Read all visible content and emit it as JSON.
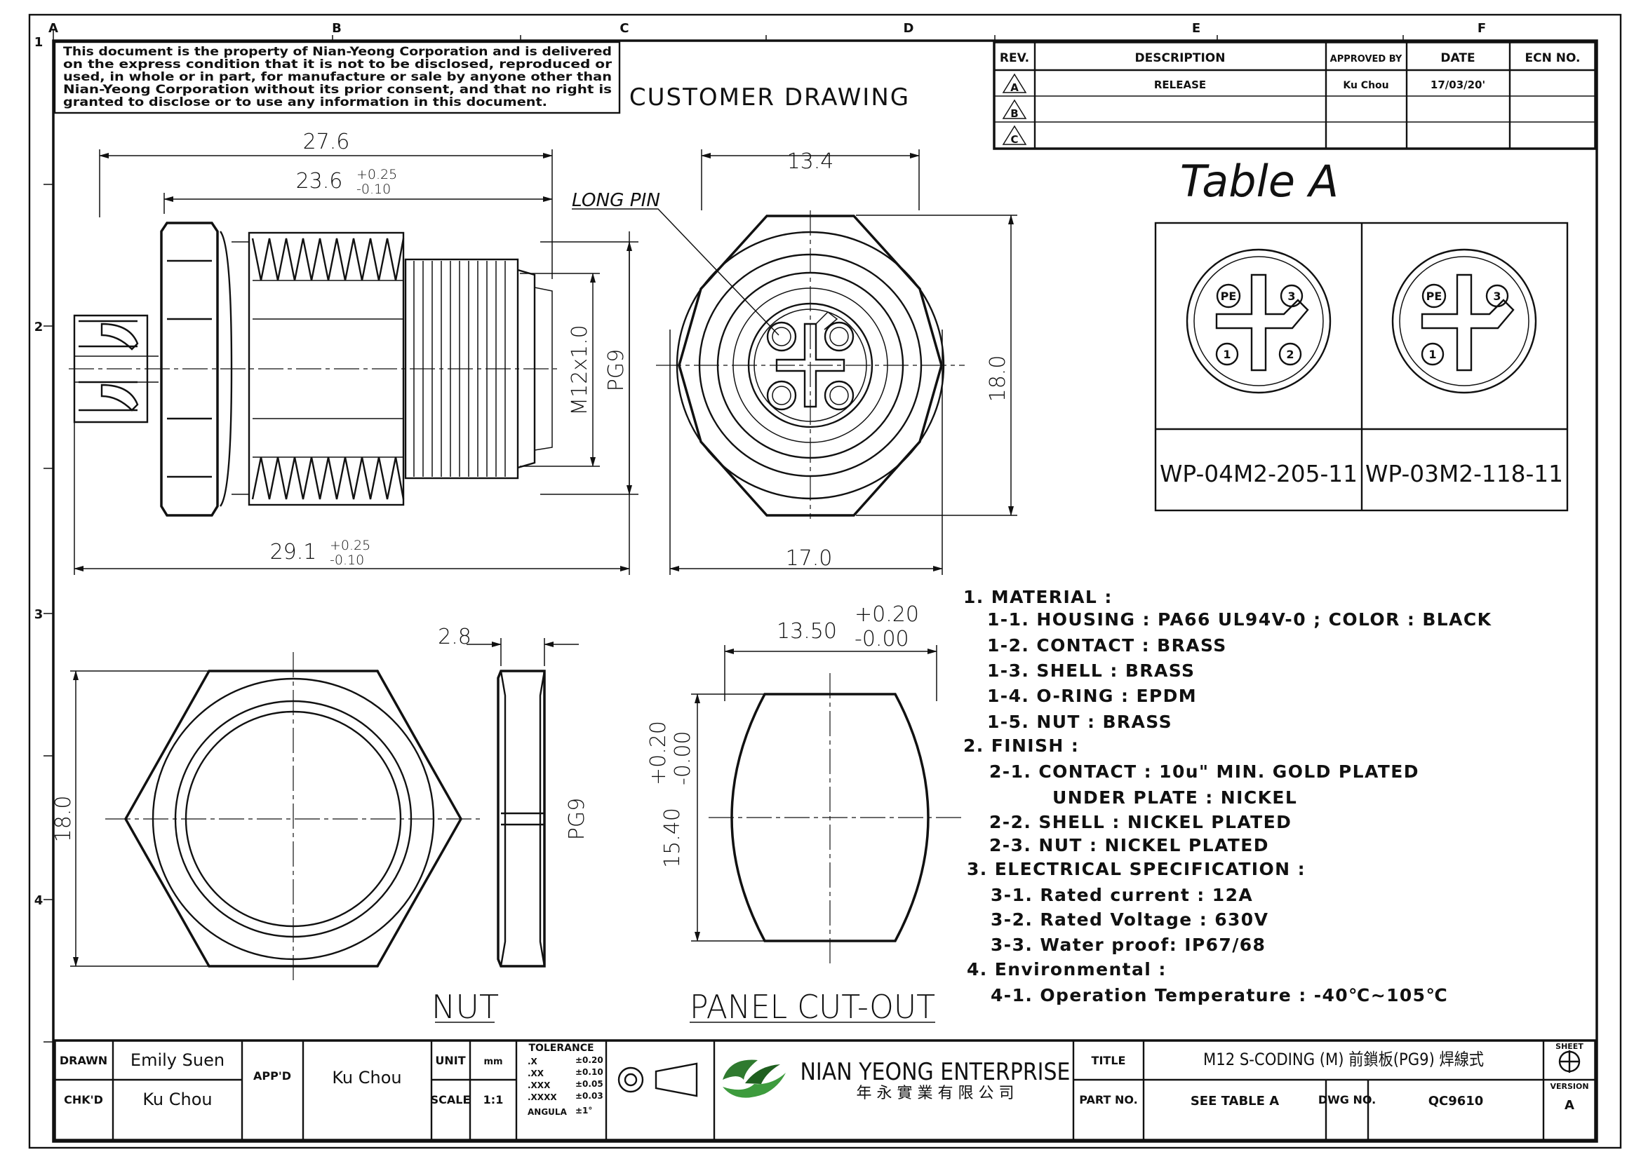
{
  "notice_lines": [
    "This document is the property of Nian-Yeong Corporation and is delivered",
    "on  the  express condition that it is not to be disclosed, reproduced or",
    "used, in whole or in part, for manufacture or sale by anyone other than",
    "Nian-Yeong Corporation without  its prior consent, and that  no right  is",
    "granted to disclose or to use any information in this  document."
  ],
  "drawing_title": "CUSTOMER  DRAWING",
  "grid_columns": [
    "A",
    "B",
    "C",
    "D",
    "E",
    "F"
  ],
  "grid_rows": [
    "1",
    "2",
    "3",
    "4"
  ],
  "revision_table": {
    "headers": [
      "REV.",
      "DESCRIPTION",
      "APPROVED BY",
      "DATE",
      "ECN NO."
    ],
    "rows": [
      {
        "rev": "A",
        "description": "RELEASE",
        "approved_by": "Ku Chou",
        "date": "17/03/20'",
        "ecn": ""
      },
      {
        "rev": "B",
        "description": "",
        "approved_by": "",
        "date": "",
        "ecn": ""
      },
      {
        "rev": "C",
        "description": "",
        "approved_by": "",
        "date": "",
        "ecn": ""
      }
    ]
  },
  "table_a": {
    "title": "Table  A",
    "cells": [
      {
        "part_no": "WP-04M2-205-11",
        "pins": [
          "PE",
          "3",
          "1",
          "2"
        ]
      },
      {
        "part_no": "WP-03M2-118-11",
        "pins": [
          "PE",
          "3",
          "1"
        ]
      }
    ]
  },
  "dimensions": {
    "side_total": "27.6",
    "side_thread": "23.6",
    "side_thread_tol_plus": "+0.25",
    "side_thread_tol_minus": "-0.10",
    "side_base": "29.1",
    "side_base_tol_plus": "+0.25",
    "side_base_tol_minus": "-0.10",
    "side_m12": "M12x1.0",
    "side_pg9": "PG9",
    "front_width": "13.4",
    "front_height": "18.0",
    "front_base": "17.0",
    "long_pin_label": "LONG PIN",
    "nut_thickness": "2.8",
    "nut_height": "18.0",
    "nut_pg9": "PG9",
    "cut_width": "13.50",
    "cut_width_tol_plus": "+0.20",
    "cut_width_tol_minus": "-0.00",
    "cut_height": "15.40",
    "cut_height_tol_plus": "+0.20",
    "cut_height_tol_minus": "-0.00"
  },
  "view_labels": {
    "nut": "NUT",
    "panel_cutout": "PANEL  CUT-OUT"
  },
  "spec_lines": [
    "1. MATERIAL  :",
    "1-1. HOUSING : PA66  UL94V-0 ; COLOR : BLACK",
    "1-2. CONTACT : BRASS",
    "1-3. SHELL : BRASS",
    "1-4. O-RING : EPDM",
    "1-5. NUT : BRASS",
    "2. FINISH :",
    "2-1. CONTACT : 10u\" MIN. GOLD PLATED",
    "UNDER PLATE : NICKEL",
    "2-2. SHELL : NICKEL PLATED",
    "2-3. NUT : NICKEL PLATED",
    "3. ELECTRICAL SPECIFICATION :",
    "3-1. Rated  current  :  12A",
    "3-2. Rated  Voltage  :  630V",
    "3-3. Water  proof: IP67/68",
    "4. Environmental  :",
    "4-1. Operation  Temperature  :  -40℃~105℃"
  ],
  "title_block": {
    "drawn_label": "DRAWN",
    "drawn": "Emily Suen",
    "checked_label": "CHK'D",
    "checked": "Ku Chou",
    "approved_label": "APP'D",
    "approved": "Ku Chou",
    "unit_label": "UNIT",
    "unit": "mm",
    "scale_label": "SCALE",
    "scale": "1:1",
    "tolerance_title": "TOLERANCE",
    "tolerance_rows": [
      {
        "k": ".X",
        "v": "±0.20"
      },
      {
        "k": ".XX",
        "v": "±0.10"
      },
      {
        "k": ".XXX",
        "v": "±0.05"
      },
      {
        "k": ".XXXX",
        "v": "±0.03"
      },
      {
        "k": "ANGULA",
        "v": "±1°"
      }
    ],
    "company_en": "NIAN YEONG ENTERPRISE",
    "company_zh": "年 永 實 業 有 限 公 司",
    "title_label": "TITLE",
    "title": "M12  S-CODING  (M)  前鎖板(PG9)  焊線式",
    "part_label": "PART NO.",
    "part_no": "SEE  TABLE  A",
    "dwg_label": "DWG NO.",
    "dwg_no": "QC9610",
    "sheet_label": "SHEET",
    "version_label": "VERSION",
    "version": "A"
  }
}
